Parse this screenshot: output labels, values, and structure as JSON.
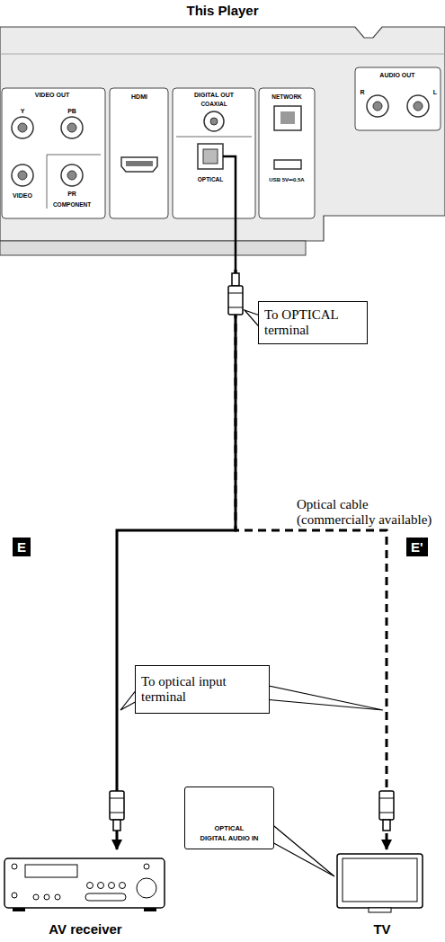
{
  "diagram": {
    "nodes": [
      {
        "text": [
          "This Player"
        ]
      },
      {
        "text": [
          "To OPTICAL terminal"
        ]
      },
      {
        "text": [
          "To optical input terminal"
        ]
      },
      {
        "text": [
          "OPTICAL",
          "DIGITAL AUDIO IN"
        ]
      },
      {
        "text": [
          "AV receiver"
        ]
      },
      {
        "text": [
          "TV"
        ]
      }
    ],
    "edges": [
      {
        "from": 0,
        "to": 4,
        "arrow": "to",
        "label": "E"
      },
      {
        "from": 0,
        "to": 5,
        "arrow": "to",
        "label": "E'"
      }
    ],
    "labels": [
      "VIDEO OUT",
      "Y",
      "PB",
      "VIDEO",
      "PR",
      "COMPONENT",
      "HDMI",
      "DIGITAL OUT",
      "COAXIAL",
      "OPTICAL",
      "NETWORK",
      "USB 5V⎓0.5A",
      "AUDIO OUT",
      "R",
      "L",
      "Optical cable (commercially available)"
    ]
  }
}
